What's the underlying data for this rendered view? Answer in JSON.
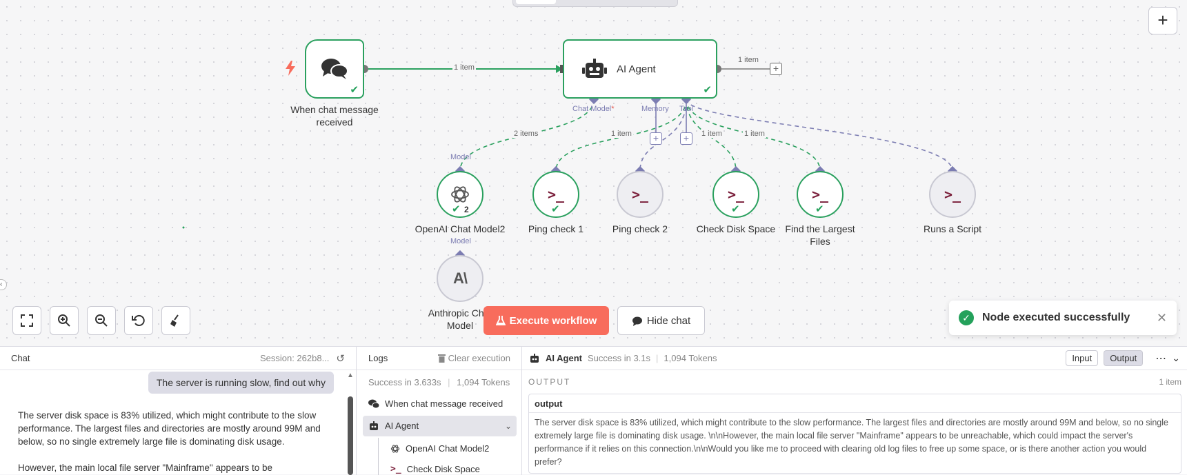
{
  "nodes": {
    "trigger": {
      "label": "When chat message received"
    },
    "agent": {
      "label": "AI Agent"
    },
    "openai": {
      "label": "OpenAI Chat Model2",
      "badge": "2"
    },
    "ping1": {
      "label": "Ping check 1"
    },
    "ping2": {
      "label": "Ping check 2"
    },
    "disk": {
      "label": "Check Disk Space"
    },
    "largest": {
      "label": "Find the Largest Files"
    },
    "script": {
      "label": "Runs a Script"
    },
    "anthropic": {
      "label": "Anthropic Chat Model"
    }
  },
  "ports": {
    "chat_model": "Chat Model",
    "chat_model_required": "*",
    "memory": "Memory",
    "tool": "Tool",
    "model_a": "Model",
    "model_b": "Model"
  },
  "edge_labels": {
    "trigger_agent": "1 item",
    "agent_out": "1 item",
    "model_items": "2 items",
    "ping1_items": "1 item",
    "disk_items": "1 item",
    "largest_items": "1 item"
  },
  "toolbar": {
    "execute_label": "Execute workflow",
    "hide_chat_label": "Hide chat"
  },
  "toast": {
    "message": "Node executed successfully"
  },
  "chat": {
    "title": "Chat",
    "session": "Session: 262b8...",
    "user_message": "The server is running slow, find out why",
    "reply_p1": "The server disk space is 83% utilized, which might contribute to the slow performance. The largest files and directories are mostly around 99M and below, so no single extremely large file is dominating disk usage.",
    "reply_p2": "However, the main local file server \"Mainframe\" appears to be"
  },
  "logs": {
    "title": "Logs",
    "clear_label": "Clear execution",
    "summary_status": "Success in 3.633s",
    "summary_tokens": "1,094 Tokens",
    "items": [
      "When chat message received",
      "AI Agent",
      "OpenAI Chat Model2",
      "Check Disk Space"
    ]
  },
  "output": {
    "node_name": "AI Agent",
    "status": "Success in 3.1s",
    "tokens": "1,094 Tokens",
    "input_tab": "Input",
    "output_tab": "Output",
    "heading": "OUTPUT",
    "count": "1 item",
    "key": "output",
    "value": "The server disk space is 83% utilized, which might contribute to the slow performance. The largest files and directories are mostly around 99M and below, so no single extremely large file is dominating disk usage. \\n\\nHowever, the main local file server \"Mainframe\" appears to be unreachable, which could impact the server's performance if it relies on this connection.\\n\\nWould you like me to proceed with clearing old log files to free up some space, or is there another action you would prefer?"
  },
  "colors": {
    "success": "#24a15b",
    "accent": "#f86c5c",
    "port": "#7c7db2",
    "tool_icon": "#7a1e3a"
  }
}
